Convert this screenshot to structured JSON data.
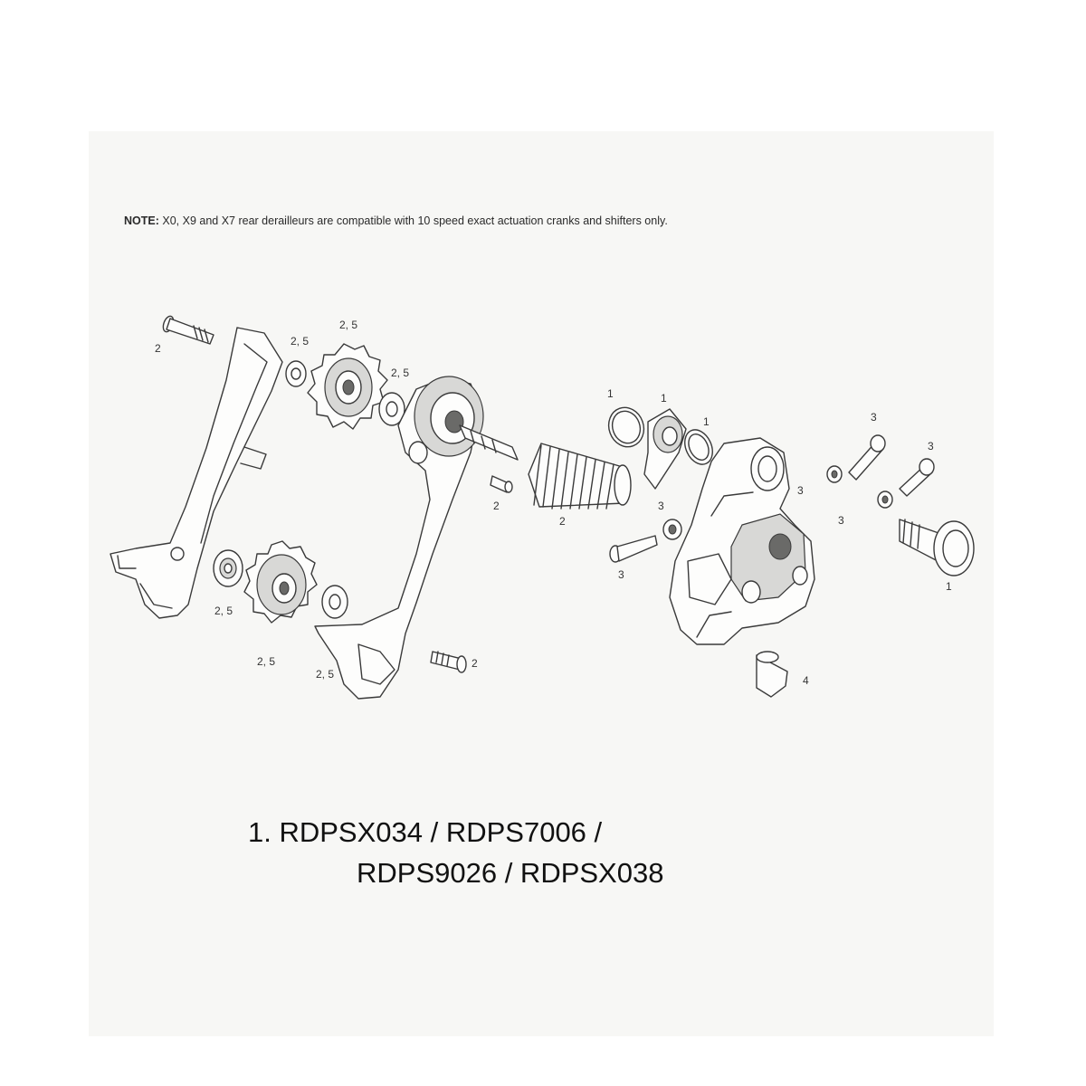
{
  "note": {
    "label": "NOTE:",
    "text": "X0, X9 and X7 rear derailleurs are compatible with 10 speed exact actuation cranks and shifters only."
  },
  "callouts": [
    {
      "id": "c-bolt-top-left",
      "text": "2"
    },
    {
      "id": "c-washer-upper-left",
      "text": "2, 5"
    },
    {
      "id": "c-pulley-upper",
      "text": "2, 5"
    },
    {
      "id": "c-washer-upper-right",
      "text": "2, 5"
    },
    {
      "id": "c-washer-lower-left",
      "text": "2, 5"
    },
    {
      "id": "c-pulley-lower",
      "text": "2, 5"
    },
    {
      "id": "c-washer-lower-right",
      "text": "2, 5"
    },
    {
      "id": "c-bolt-lower",
      "text": "2"
    },
    {
      "id": "c-cap-small",
      "text": "2"
    },
    {
      "id": "c-spring",
      "text": "2"
    },
    {
      "id": "c-oring-left",
      "text": "1"
    },
    {
      "id": "c-bushing",
      "text": "1"
    },
    {
      "id": "c-oring-right",
      "text": "1"
    },
    {
      "id": "c-screw-top",
      "text": "3"
    },
    {
      "id": "c-screw-top-right",
      "text": "3"
    },
    {
      "id": "c-body-top",
      "text": "3"
    },
    {
      "id": "c-body-side",
      "text": "3"
    },
    {
      "id": "c-washer-mid",
      "text": "3"
    },
    {
      "id": "c-screw-left",
      "text": "3"
    },
    {
      "id": "c-mount-bolt",
      "text": "1"
    },
    {
      "id": "c-cable-stop",
      "text": "4"
    }
  ],
  "parts_list": {
    "line1": "1. RDPSX034 / RDPS7006 /",
    "line2": "RDPS9026 / RDPSX038"
  },
  "colors": {
    "panel": "#f7f7f5",
    "line": "#3a3a3a"
  }
}
